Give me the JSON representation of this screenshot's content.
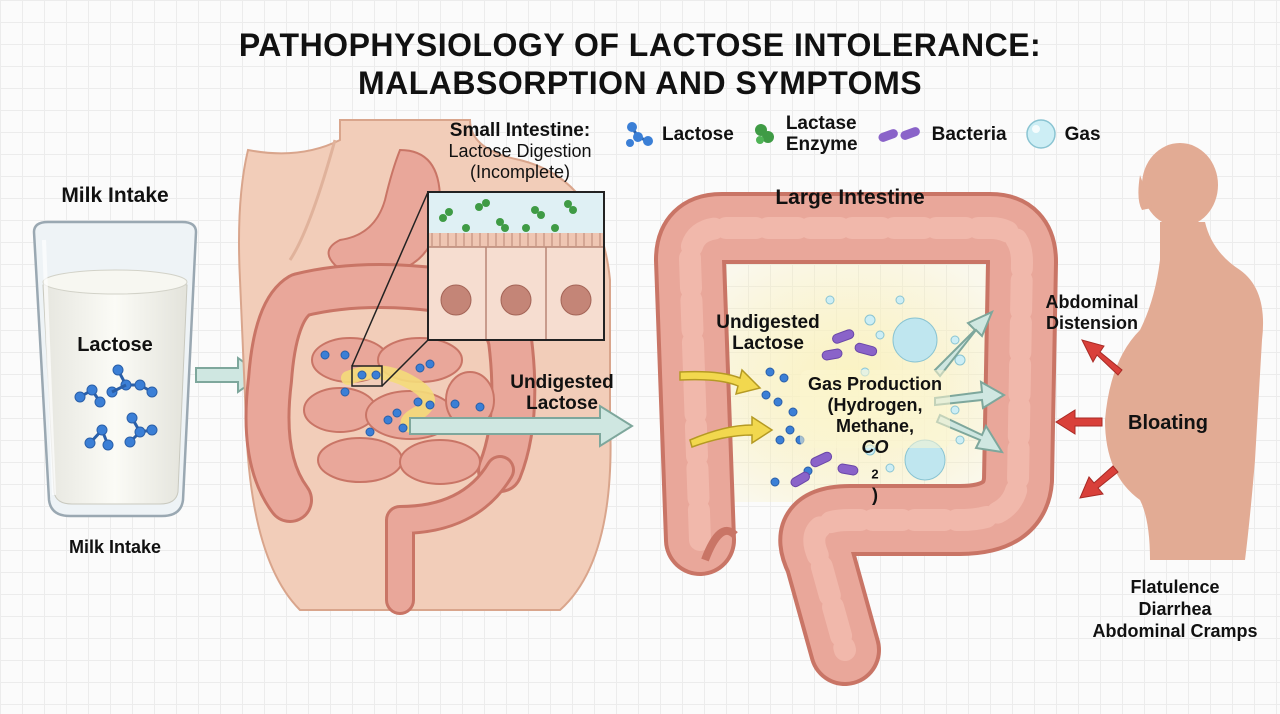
{
  "title": {
    "line1": "PATHOPHYSIOLOGY OF LACTOSE INTOLERANCE:",
    "line2": "MALABSORPTION AND SYMPTOMS"
  },
  "legend": [
    {
      "icon": "lactose-molecule-icon",
      "label": "Lactose",
      "color": "#3b7fd6"
    },
    {
      "icon": "lactase-enzyme-icon",
      "label_line1": "Lactase",
      "label_line2": "Enzyme",
      "color": "#3f9b45"
    },
    {
      "icon": "bacteria-icon",
      "label": "Bacteria",
      "color": "#8a63c9"
    },
    {
      "icon": "gas-bubble-icon",
      "label": "Gas",
      "color": "#aee3ef"
    }
  ],
  "milk": {
    "header": "Milk Intake",
    "glass_label": "Lactose",
    "footer": "Milk Intake"
  },
  "small_intestine": {
    "line1": "Small Intestine:",
    "line2": "Lactose Digestion",
    "line3": "(Incomplete)"
  },
  "undigested_mid": {
    "line1": "Undigested",
    "line2": "Lactose"
  },
  "large_intestine": {
    "title": "Large Intestine",
    "undigested_line1": "Undigested",
    "undigested_line2": "Lactose",
    "gas_line1": "Gas Production",
    "gas_line2": "(Hydrogen,",
    "gas_line3_prefix": "Methane, ",
    "gas_co": "CO",
    "gas_sub": "2",
    "gas_suffix": ")"
  },
  "symptoms": {
    "distension_line1": "Abdominal",
    "distension_line2": "Distension",
    "bloating": "Bloating",
    "list": [
      "Flatulence",
      "Diarrhea",
      "Abdominal Cramps"
    ]
  },
  "colors": {
    "intestine": "#e9a79a",
    "intestine_dark": "#c97566",
    "skin": "#f2cdb9",
    "silhouette": "#e2ab94",
    "lactose": "#3b7fd6",
    "enzyme": "#3f9b45",
    "bacteria": "#8a63c9",
    "arrow_teal": "#cfe7e1",
    "arrow_red": "#d9403a",
    "arrow_yellow": "#f2d84e"
  }
}
